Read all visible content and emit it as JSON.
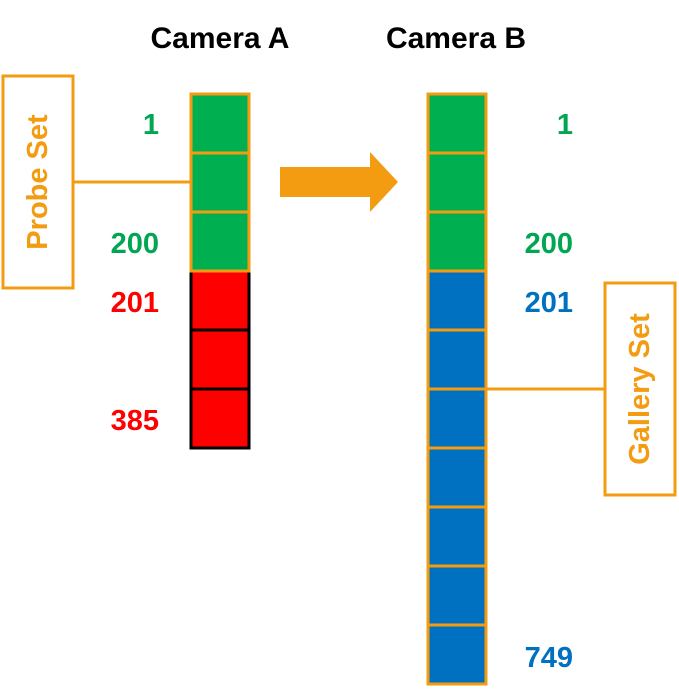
{
  "titles": {
    "camera_a": "Camera A",
    "camera_b": "Camera B"
  },
  "probe_set": {
    "label": "Probe Set",
    "color": "#F39C12"
  },
  "gallery_set": {
    "label": "Gallery Set",
    "color": "#F39C12"
  },
  "arrow": {
    "color": "#F39C12"
  },
  "camera_a": {
    "labels": [
      {
        "text": "1",
        "color": "#00A651"
      },
      {
        "text": "200",
        "color": "#00A651"
      },
      {
        "text": "201",
        "color": "#FF0000"
      },
      {
        "text": "385",
        "color": "#FF0000"
      }
    ],
    "cells": [
      {
        "fill": "#00B050",
        "stroke": "#F39C12"
      },
      {
        "fill": "#00B050",
        "stroke": "#F39C12"
      },
      {
        "fill": "#00B050",
        "stroke": "#F39C12"
      },
      {
        "fill": "#FF0000",
        "stroke": "#000000"
      },
      {
        "fill": "#FF0000",
        "stroke": "#000000"
      },
      {
        "fill": "#FF0000",
        "stroke": "#000000"
      }
    ]
  },
  "camera_b": {
    "labels": [
      {
        "text": "1",
        "color": "#00A651"
      },
      {
        "text": "200",
        "color": "#00A651"
      },
      {
        "text": "201",
        "color": "#0070C0"
      },
      {
        "text": "749",
        "color": "#0070C0"
      }
    ],
    "cells": [
      {
        "fill": "#00B050",
        "stroke": "#F39C12"
      },
      {
        "fill": "#00B050",
        "stroke": "#F39C12"
      },
      {
        "fill": "#00B050",
        "stroke": "#F39C12"
      },
      {
        "fill": "#0070C0",
        "stroke": "#F39C12"
      },
      {
        "fill": "#0070C0",
        "stroke": "#F39C12"
      },
      {
        "fill": "#0070C0",
        "stroke": "#F39C12"
      },
      {
        "fill": "#0070C0",
        "stroke": "#F39C12"
      },
      {
        "fill": "#0070C0",
        "stroke": "#F39C12"
      },
      {
        "fill": "#0070C0",
        "stroke": "#F39C12"
      },
      {
        "fill": "#0070C0",
        "stroke": "#F39C12"
      }
    ]
  }
}
